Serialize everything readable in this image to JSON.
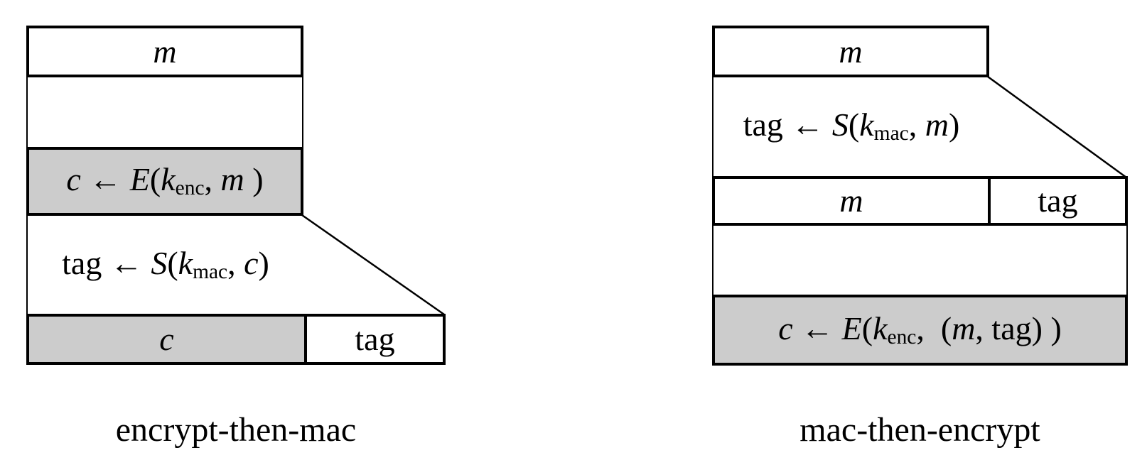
{
  "colors": {
    "background": "#ffffff",
    "box_gray": "#cccccc",
    "line_color": "#000000"
  },
  "diagrams": [
    {
      "name": "encrypt-then-mac",
      "caption": "encrypt-then-mac",
      "message_label": [
        {
          "t": "m",
          "s": "i"
        }
      ],
      "encrypt_formula": [
        {
          "t": "c",
          "s": "i"
        },
        {
          "t": " ← ",
          "s": "r"
        },
        {
          "t": "E",
          "s": "i"
        },
        {
          "t": "(",
          "s": "r"
        },
        {
          "t": "k",
          "s": "i"
        },
        {
          "t": "enc",
          "s": "sub"
        },
        {
          "t": ", ",
          "s": "r"
        },
        {
          "t": "m",
          "s": "i"
        },
        {
          "t": " )",
          "s": "r"
        }
      ],
      "mac_formula": [
        {
          "t": "tag",
          "s": "r"
        },
        {
          "t": " ← ",
          "s": "r"
        },
        {
          "t": "S",
          "s": "i"
        },
        {
          "t": "(",
          "s": "r"
        },
        {
          "t": "k",
          "s": "i"
        },
        {
          "t": "mac",
          "s": "sub"
        },
        {
          "t": ", ",
          "s": "r"
        },
        {
          "t": "c",
          "s": "i"
        },
        {
          "t": ")",
          "s": "r"
        }
      ],
      "ciphertext_label": [
        {
          "t": "c",
          "s": "i"
        }
      ],
      "tag_label": [
        {
          "t": "tag",
          "s": "r"
        }
      ]
    },
    {
      "name": "mac-then-encrypt",
      "caption": "mac-then-encrypt",
      "message_label": [
        {
          "t": "m",
          "s": "i"
        }
      ],
      "mac_formula": [
        {
          "t": "tag",
          "s": "r"
        },
        {
          "t": " ← ",
          "s": "r"
        },
        {
          "t": "S",
          "s": "i"
        },
        {
          "t": "(",
          "s": "r"
        },
        {
          "t": "k",
          "s": "i"
        },
        {
          "t": "mac",
          "s": "sub"
        },
        {
          "t": ", ",
          "s": "r"
        },
        {
          "t": "m",
          "s": "i"
        },
        {
          "t": ")",
          "s": "r"
        }
      ],
      "mid_message_label": [
        {
          "t": "m",
          "s": "i"
        }
      ],
      "mid_tag_label": [
        {
          "t": "tag",
          "s": "r"
        }
      ],
      "encrypt_formula": [
        {
          "t": "c",
          "s": "i"
        },
        {
          "t": " ← ",
          "s": "r"
        },
        {
          "t": "E",
          "s": "i"
        },
        {
          "t": "(",
          "s": "r"
        },
        {
          "t": "k",
          "s": "i"
        },
        {
          "t": "enc",
          "s": "sub"
        },
        {
          "t": ",  (",
          "s": "r"
        },
        {
          "t": "m",
          "s": "i"
        },
        {
          "t": ", tag) )",
          "s": "r"
        }
      ]
    }
  ]
}
